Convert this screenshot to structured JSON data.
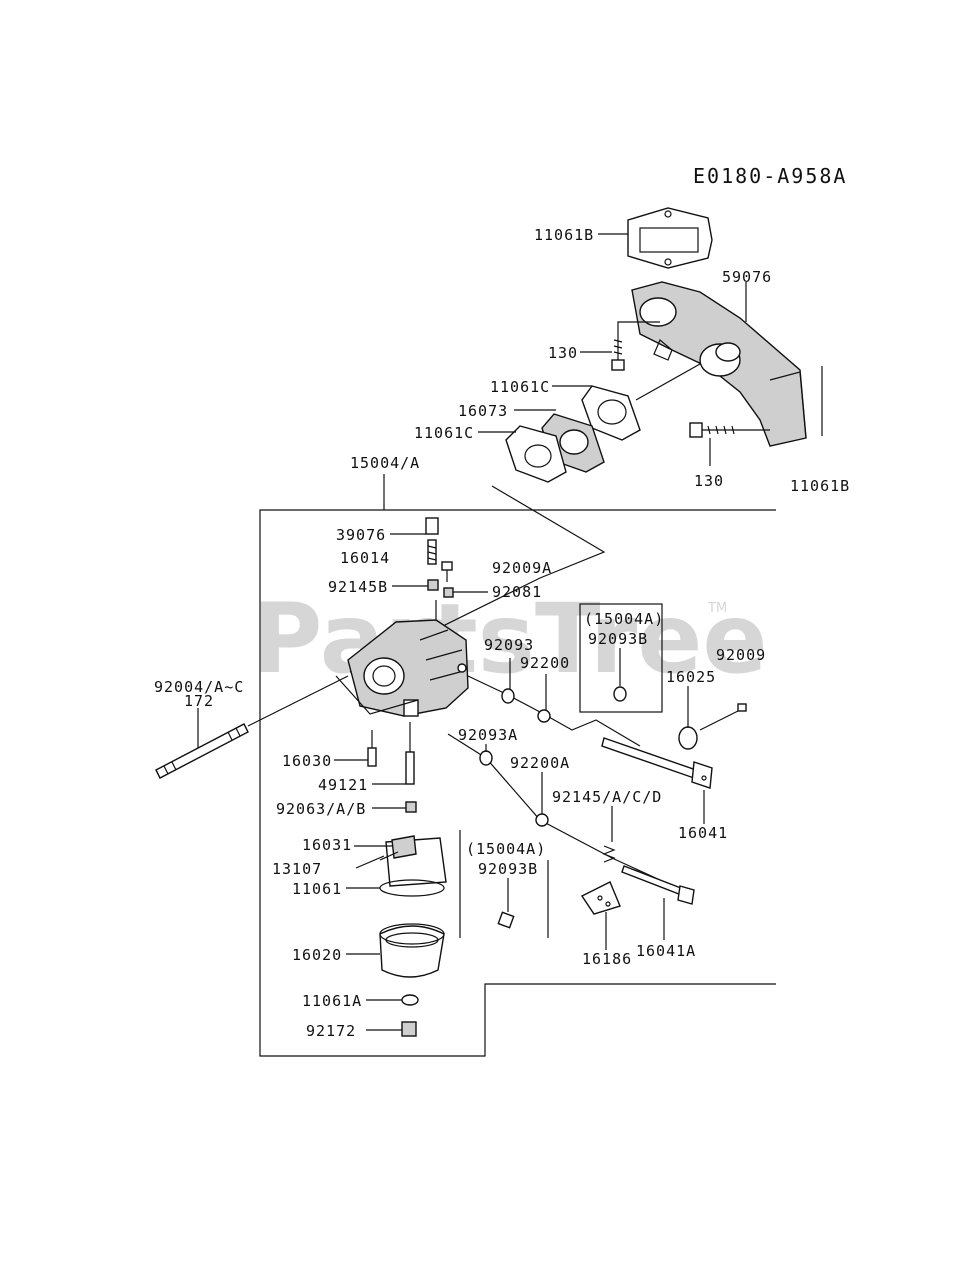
{
  "diagram_code": "E0180-A958A",
  "watermark": {
    "text": "PartsTree",
    "mark": "TM"
  },
  "labels": {
    "p11061B_top": "11061B",
    "p59076": "59076",
    "p130_top": "130",
    "p11061C_upper": "11061C",
    "p16073": "16073",
    "p11061C_lower": "11061C",
    "p130_bottom": "130",
    "p11061B_right": "11061B",
    "p15004A_main": "15004/A",
    "p39076": "39076",
    "p16014": "16014",
    "p92009A": "92009A",
    "p92145B": "92145B",
    "p92081": "92081",
    "box1_title": "(15004A)",
    "box1_part": "92093B",
    "p92093": "92093",
    "p92200": "92200",
    "p92009": "92009",
    "p16025": "16025",
    "p92004": "92004/A~C",
    "p172": "172",
    "p16030": "16030",
    "p49121": "49121",
    "p92063": "92063/A/B",
    "p92093A": "92093A",
    "p92200A": "92200A",
    "p92145ACD": "92145/A/C/D",
    "p16041": "16041",
    "p16031": "16031",
    "p13107": "13107",
    "p11061": "11061",
    "box2_title": "(15004A)",
    "box2_part": "92093B",
    "p16020": "16020",
    "p16186": "16186",
    "p16041A": "16041A",
    "p11061A": "11061A",
    "p92172": "92172"
  }
}
